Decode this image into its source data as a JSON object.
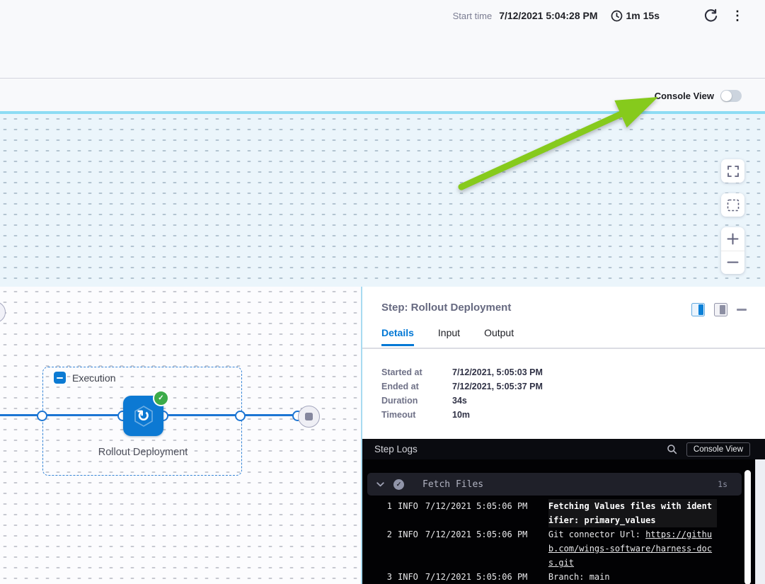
{
  "header": {
    "start_time_label": "Start time",
    "start_time_value": "7/12/2021 5:04:28 PM",
    "elapsed_time": "1m 15s"
  },
  "view_bar": {
    "console_view_label": "Console View"
  },
  "canvas": {
    "execution_group_label": "Execution",
    "node_label": "Rollout Deployment"
  },
  "step_panel": {
    "title": "Step: Rollout Deployment",
    "tabs": [
      "Details",
      "Input",
      "Output"
    ],
    "active_tab": "Details",
    "details": [
      {
        "label": "Started at",
        "value": "7/12/2021, 5:05:03 PM"
      },
      {
        "label": "Ended at",
        "value": "7/12/2021, 5:05:37 PM"
      },
      {
        "label": "Duration",
        "value": "34s"
      },
      {
        "label": "Timeout",
        "value": "10m"
      }
    ]
  },
  "logs": {
    "title": "Step Logs",
    "console_view_button": "Console View",
    "section": {
      "name": "Fetch Files",
      "duration": "1s"
    },
    "entries": [
      {
        "num": "1",
        "level": "INFO",
        "time": "7/12/2021 5:05:06 PM",
        "text": "Fetching Values files with identifier: primary_values"
      },
      {
        "num": "2",
        "level": "INFO",
        "time": "7/12/2021 5:05:06 PM",
        "text": "Git connector Url: ",
        "link": "https://github.com/wings-software/harness-docs.git"
      },
      {
        "num": "3",
        "level": "INFO",
        "time": "7/12/2021 5:05:06 PM",
        "text": "Branch: main"
      }
    ]
  },
  "icons": {
    "kebab_menu": "⋮",
    "step_success_check": "✓",
    "section_success_check": "✓",
    "rollout_step_glyph": "↻",
    "clock": "clock-face",
    "refresh": "circular-arrow",
    "search": "magnifier",
    "chevron_down": "chevron-down",
    "expand": "corner-brackets",
    "marquee_zoom": "dashed-square",
    "zoom_in": "plus",
    "zoom_out": "minus"
  },
  "colors": {
    "primary_blue": "#0278d5",
    "success_green": "#3cab49",
    "arrow_green": "#86ca1c",
    "cyan_divider": "#8ddcf4",
    "log_background": "#020204"
  }
}
